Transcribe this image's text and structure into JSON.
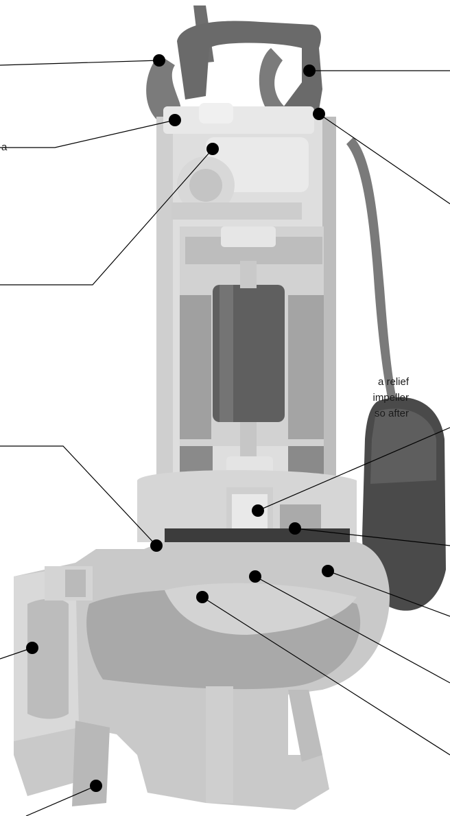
{
  "diagram": {
    "subject": "Submersible pump cutaway",
    "callouts": [
      {
        "id": "c1",
        "text": ""
      },
      {
        "id": "c2",
        "text": "a"
      },
      {
        "id": "c3",
        "text": ""
      },
      {
        "id": "c4",
        "text": "a relief"
      },
      {
        "id": "c4b",
        "text": "impeller"
      },
      {
        "id": "c4c",
        "text": "so after"
      },
      {
        "id": "c5",
        "text": ""
      },
      {
        "id": "c6",
        "text": ""
      },
      {
        "id": "c7",
        "text": ""
      },
      {
        "id": "c8",
        "text": ""
      },
      {
        "id": "c9",
        "text": ""
      },
      {
        "id": "c10",
        "text": ""
      },
      {
        "id": "c11",
        "text": ""
      },
      {
        "id": "c12",
        "text": ""
      },
      {
        "id": "c13",
        "text": ""
      },
      {
        "id": "c14",
        "text": ""
      }
    ]
  },
  "colors": {
    "body_light": "#e3e3e3",
    "body_mid": "#bdbdbd",
    "body_dark": "#6f6f6f",
    "motor_dark": "#5a5a5a",
    "cable": "#7d7d7d",
    "callout_dot": "#000000",
    "callout_line": "#000000"
  }
}
